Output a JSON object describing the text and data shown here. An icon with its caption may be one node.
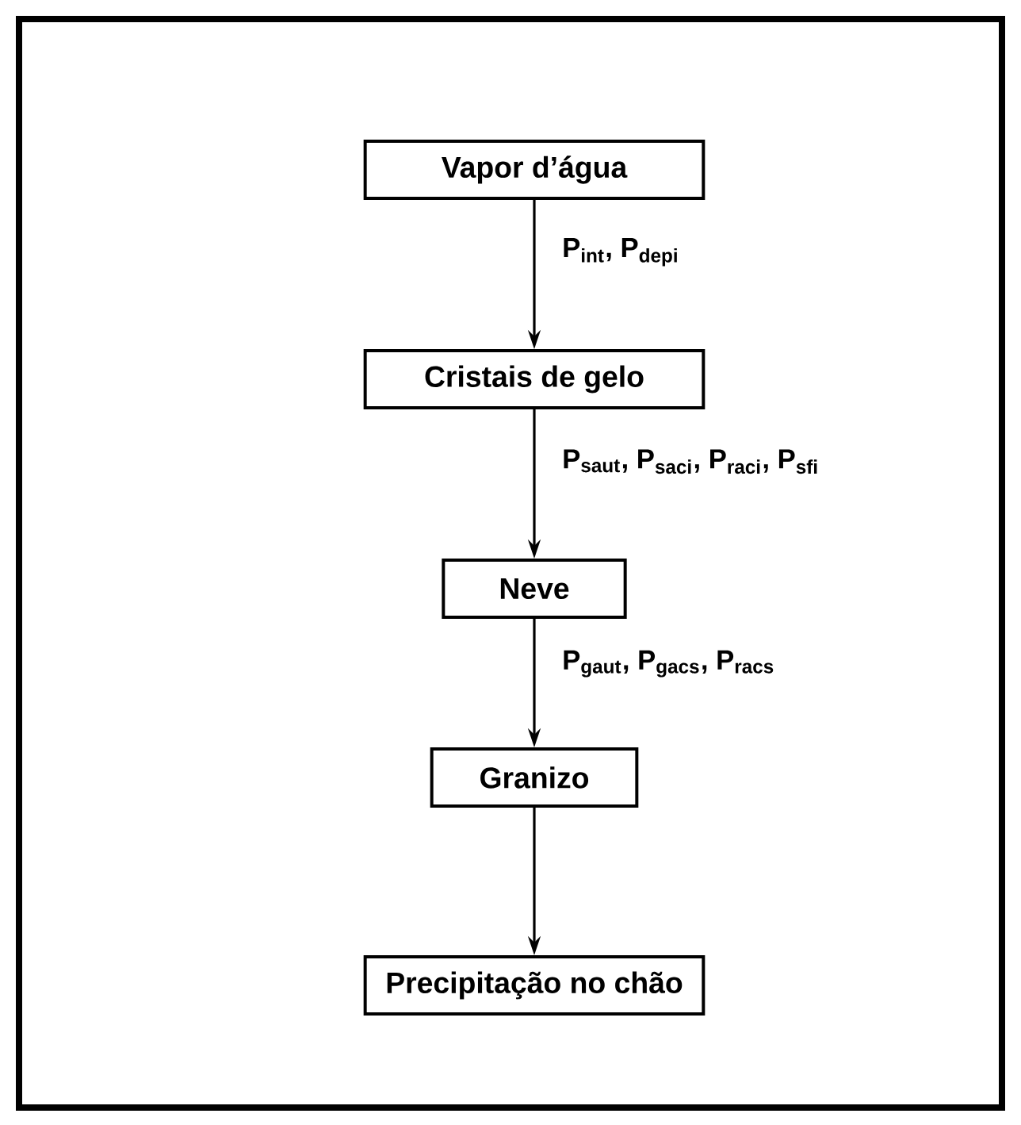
{
  "diagram": {
    "nodes": [
      {
        "text": [
          "Vapor d’água"
        ]
      },
      {
        "text": [
          "Cristais de gelo"
        ]
      },
      {
        "text": [
          "Neve"
        ]
      },
      {
        "text": [
          "Granizo"
        ]
      },
      {
        "text": [
          "Precipitação no chão"
        ]
      }
    ],
    "edges": [
      {
        "from": 0,
        "to": 1,
        "arrow": "to",
        "label": "P$_{int}$, P$_{depi}$"
      },
      {
        "from": 1,
        "to": 2,
        "arrow": "to",
        "label": "P$_{saut}$, P$_{saci}$, P$_{raci}$, P$_{sfi}$"
      },
      {
        "from": 2,
        "to": 3,
        "arrow": "to",
        "label": "P$_{gaut}$, P$_{gacs}$, P$_{racs}$"
      },
      {
        "from": 3,
        "to": 4,
        "arrow": "to"
      }
    ]
  }
}
